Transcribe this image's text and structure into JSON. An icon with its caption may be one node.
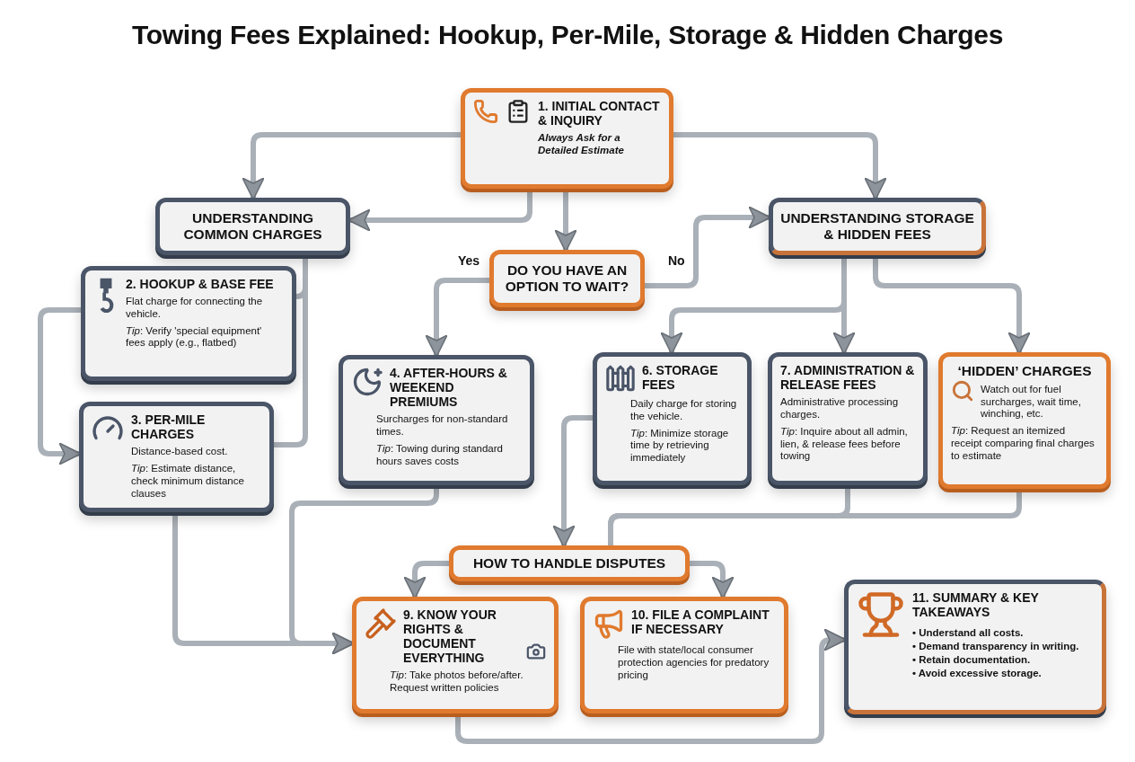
{
  "diagram": {
    "title": "Towing Fees Explained: Hookup, Per-Mile, Storage & Hidden Charges",
    "nodes": [
      {
        "text": [
          "1. INITIAL CONTACT & INQUIRY",
          "Always Ask for a Detailed Estimate"
        ]
      },
      {
        "text": [
          "UNDERSTANDING COMMON CHARGES"
        ]
      },
      {
        "text": [
          "DO YOU HAVE AN OPTION TO WAIT?"
        ]
      },
      {
        "text": [
          "UNDERSTANDING STORAGE & HIDDEN FEES"
        ]
      },
      {
        "text": [
          "2. HOOKUP & BASE FEE",
          "Flat charge for connecting the vehicle.",
          "*Tip*: Verify 'special equipment' fees apply (e.g., flatbed)"
        ]
      },
      {
        "text": [
          "3. PER-MILE CHARGES",
          "Distance-based cost.",
          "*Tip*: Estimate distance, check minimum distance clauses"
        ]
      },
      {
        "text": [
          "4. AFTER-HOURS & WEEKEND PREMIUMS",
          "Surcharges for non-standard times.",
          "*Tip*: Towing during standard hours saves costs"
        ]
      },
      {
        "text": [
          "6. STORAGE FEES",
          "Daily charge for storing the vehicle.",
          "*Tip*: Minimize storage time by retrieving immediately"
        ]
      },
      {
        "text": [
          "7. ADMINISTRATION & RELEASE FEES",
          "Administrative processing charges.",
          "*Tip*: Inquire about all admin, lien, & release fees before towing"
        ]
      },
      {
        "text": [
          "‘HIDDEN’ CHARGES",
          "Watch out for fuel surcharges, wait time, winching, etc.",
          "*Tip*: Request an itemized receipt comparing final charges to estimate"
        ]
      },
      {
        "text": [
          "HOW TO HANDLE DISPUTES"
        ]
      },
      {
        "text": [
          "9. KNOW YOUR RIGHTS & DOCUMENT EVERYTHING",
          "*Tip*: Take photos before/after. Request written policies"
        ]
      },
      {
        "text": [
          "10. FILE A COMPLAINT IF NECESSARY",
          "File with state/local consumer protection agencies for predatory pricing"
        ]
      },
      {
        "text": [
          "11. SUMMARY & KEY TAKEAWAYS",
          "• Understand all costs.",
          "• Demand transparency in writing.",
          "• Retain documentation.",
          "• Avoid excessive storage."
        ]
      }
    ],
    "edges": [
      {
        "from": 0,
        "to": 1,
        "arrow": "to"
      },
      {
        "from": 0,
        "to": 1,
        "arrow": "to"
      },
      {
        "from": 0,
        "to": 2,
        "arrow": "to"
      },
      {
        "from": 0,
        "to": 3,
        "arrow": "to"
      },
      {
        "from": 2,
        "to": 6,
        "arrow": "to",
        "label": "Yes"
      },
      {
        "from": 2,
        "to": 3,
        "arrow": "to",
        "label": "No"
      },
      {
        "from": 1,
        "to": 4,
        "arrow": "none"
      },
      {
        "from": 1,
        "to": 5,
        "arrow": "none"
      },
      {
        "from": 4,
        "to": 5,
        "arrow": "to"
      },
      {
        "from": 5,
        "to": 11,
        "arrow": "to"
      },
      {
        "from": 6,
        "to": 11,
        "arrow": "to"
      },
      {
        "from": 3,
        "to": 7,
        "arrow": "to"
      },
      {
        "from": 3,
        "to": 8,
        "arrow": "to"
      },
      {
        "from": 3,
        "to": 9,
        "arrow": "to"
      },
      {
        "from": 7,
        "to": 10,
        "arrow": "to"
      },
      {
        "from": 8,
        "to": 10,
        "arrow": "none"
      },
      {
        "from": 9,
        "to": 10,
        "arrow": "none"
      },
      {
        "from": 10,
        "to": 11,
        "arrow": "to"
      },
      {
        "from": 10,
        "to": 12,
        "arrow": "to"
      },
      {
        "from": 11,
        "to": 13,
        "arrow": "to"
      }
    ]
  }
}
